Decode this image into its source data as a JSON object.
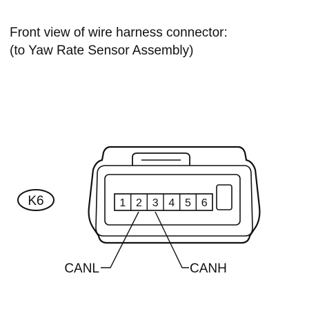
{
  "title_lines": [
    "Front view of wire harness connector:",
    "(to Yaw Rate Sensor Assembly)"
  ],
  "connector_code": "K6",
  "pins": [
    "1",
    "2",
    "3",
    "4",
    "5",
    "6"
  ],
  "callouts": {
    "pin2": "CANL",
    "pin3": "CANH"
  }
}
